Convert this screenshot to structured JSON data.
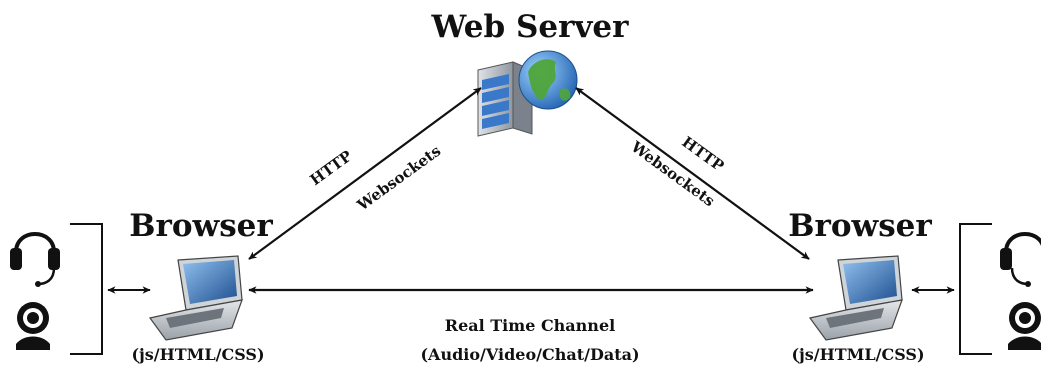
{
  "server": {
    "title": "Web Server"
  },
  "left_browser": {
    "title": "Browser",
    "sublabel": "(js/HTML/CSS)"
  },
  "right_browser": {
    "title": "Browser",
    "sublabel": "(js/HTML/CSS)"
  },
  "left_link": {
    "protocol": "HTTP",
    "transport": "Websockets"
  },
  "right_link": {
    "protocol": "HTTP",
    "transport": "Websockets"
  },
  "channel": {
    "title": "Real Time Channel",
    "subtitle": "(Audio/Video/Chat/Data)"
  },
  "colors": {
    "line": "#111111",
    "laptop_screen": "#2f6fb3",
    "laptop_body": "#b9bec4",
    "server_front": "#3a79c9",
    "globe_water": "#2f7fd0",
    "globe_land": "#4fa53a"
  },
  "icons": [
    "headset-icon",
    "webcam-icon",
    "laptop-icon",
    "server-icon",
    "globe-icon"
  ]
}
